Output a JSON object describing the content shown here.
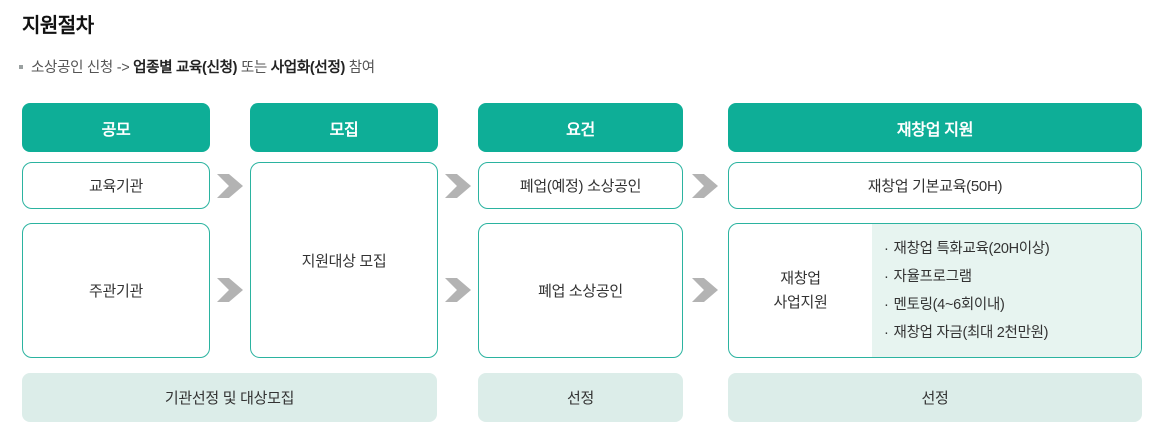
{
  "title": "지원절차",
  "subtitle": {
    "prefix": "소상공인 신청 -> ",
    "bold1": "업종별 교육(신청)",
    "middle": " 또는 ",
    "bold2": "사업화(선정)",
    "suffix": " 참여"
  },
  "flow": {
    "col1": {
      "header": "공모",
      "box1": "교육기관",
      "box2": "주관기관"
    },
    "col2": {
      "header": "모집",
      "box1": "지원대상 모집"
    },
    "col3": {
      "header": "요건",
      "box1": "폐업(예정) 소상공인",
      "box2": "폐업 소상공인"
    },
    "col4": {
      "header": "재창업 지원",
      "box1": "재창업 기본교육(50H)",
      "box2": {
        "label_line1": "재창업",
        "label_line2": "사업지원",
        "bullet": "·",
        "items": [
          "재창업 특화교육(20H이상)",
          "자율프로그램",
          "멘토링(4~6회이내)",
          "재창업 자금(최대 2천만원)"
        ]
      }
    },
    "footers": {
      "left": "기관선정 및 대상모집",
      "middle": "선정",
      "right": "선정"
    }
  },
  "colors": {
    "stage_header_teal": "#0EAE97",
    "box_border_teal": "#2BB3A0",
    "footer_mint": "#DCEDE9",
    "detail_panel_mint": "#E7F4F0",
    "arrow_gray": "#B3B3B3"
  }
}
